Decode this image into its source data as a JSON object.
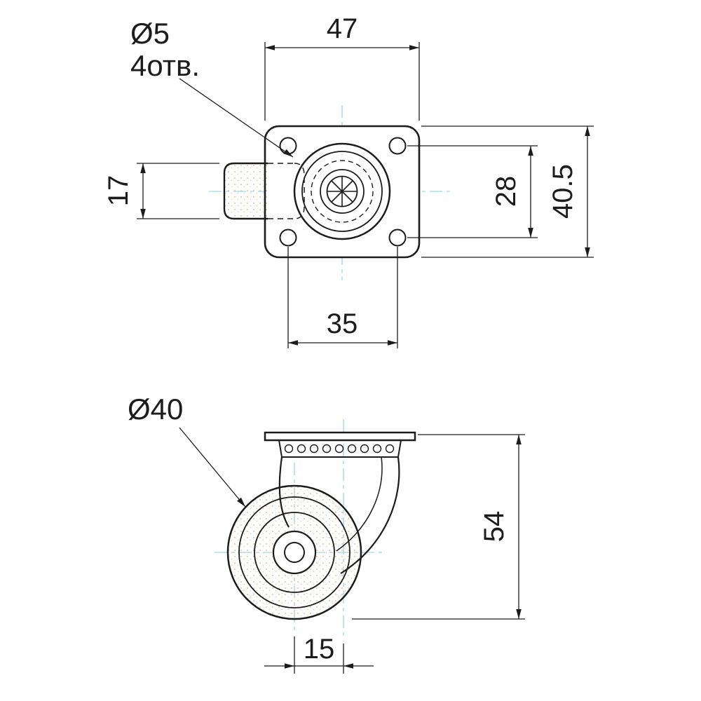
{
  "drawing": {
    "type": "technical-drawing",
    "subject": "swivel-caster-wheel",
    "colors": {
      "line": "#1c1c1c",
      "centerline": "#9bd6ea",
      "stipple": "#e3c49c"
    },
    "top_view": {
      "hole_diameter_label": "Ø5",
      "hole_count_label": "4отв.",
      "plate_width": "47",
      "wheel_thickness": "17",
      "hole_spacing_vertical": "28",
      "plate_height": "40.5",
      "hole_spacing_horizontal": "35"
    },
    "side_view": {
      "wheel_diameter": "Ø40",
      "total_height": "54",
      "swivel_offset": "15"
    }
  }
}
